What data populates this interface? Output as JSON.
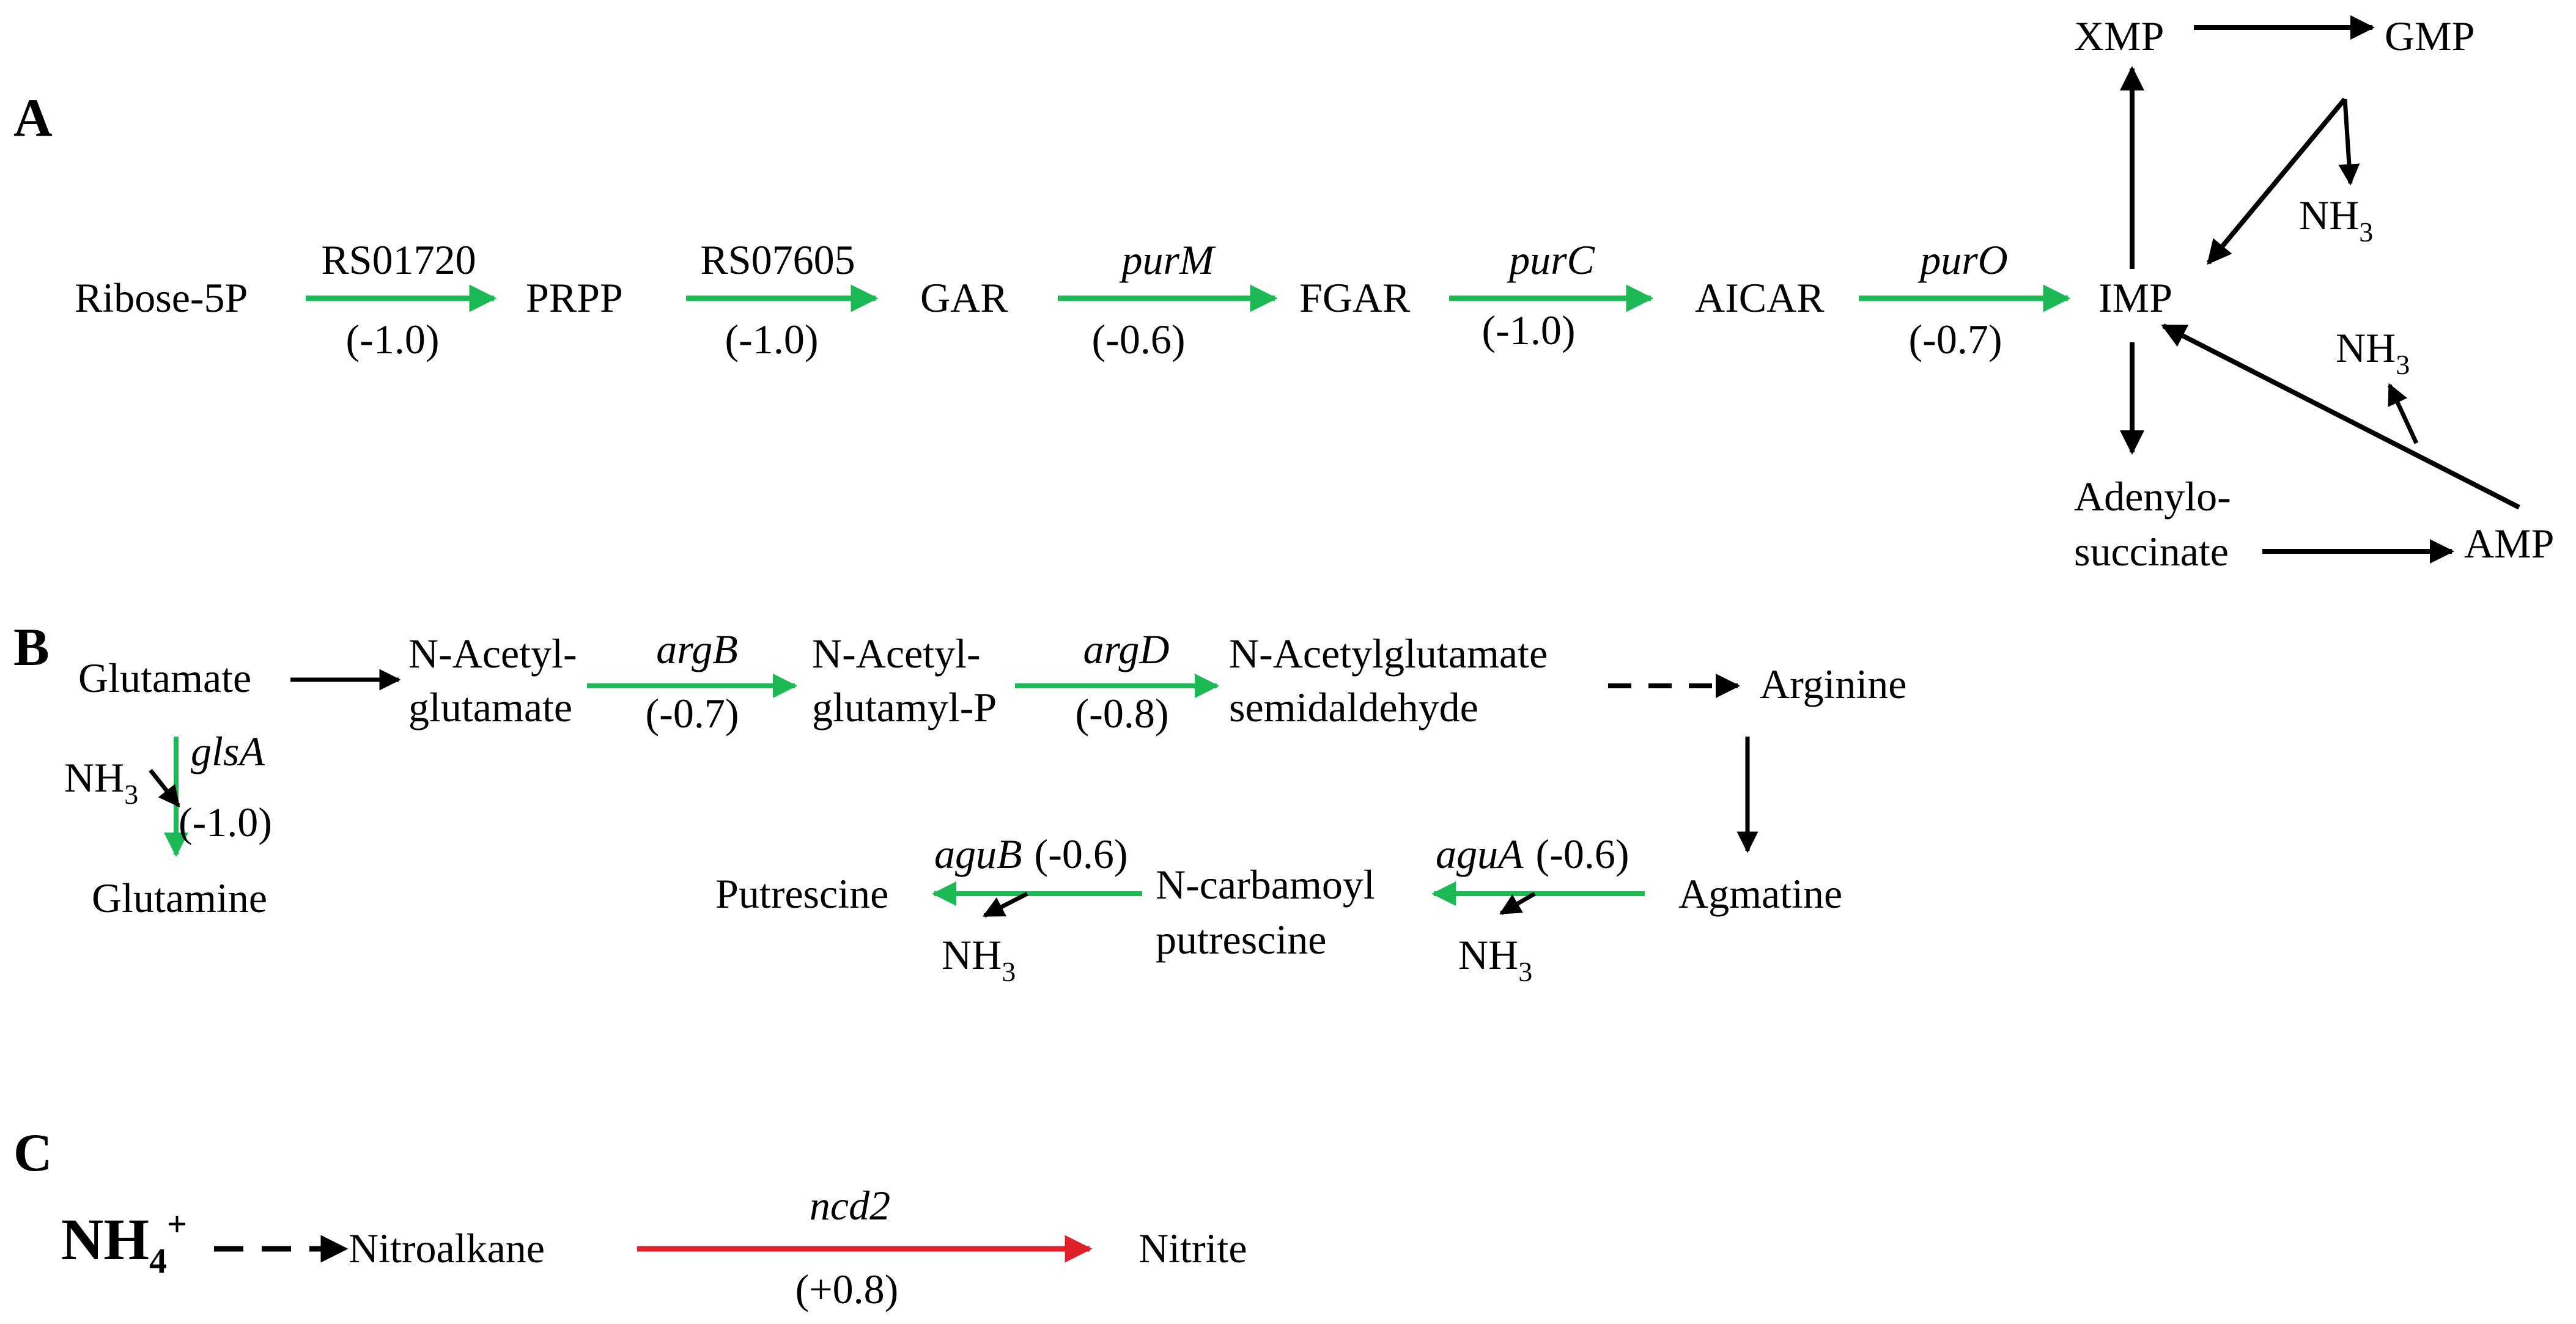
{
  "panels": {
    "a": "A",
    "b": "B",
    "c": "C"
  },
  "colors": {
    "decreased": "#1db954",
    "increased": "#e0202a",
    "neutral": "#000000"
  },
  "a": {
    "ribose5p": "Ribose-5P",
    "prpp": "PRPP",
    "gar": "GAR",
    "fgar": "FGAR",
    "aicar": "AICAR",
    "imp": "IMP",
    "xmp": "XMP",
    "gmp": "GMP",
    "amp": "AMP",
    "adenylo1": "Adenylo-",
    "adenylo2": "succinate",
    "nh3": "NH",
    "nh3_sub": "3",
    "gene1": "RS01720",
    "val1": "(-1.0)",
    "gene2": "RS07605",
    "val2": "(-1.0)",
    "gene3": "purM",
    "val3": "(-0.6)",
    "gene4": "purC",
    "val4": "(-1.0)",
    "gene5": "purO",
    "val5": "(-0.7)"
  },
  "b": {
    "glutamate": "Glutamate",
    "nacetylglutamate1": "N-Acetyl-",
    "nacetylglutamate2": "glutamate",
    "nacetylglutamylp1": "N-Acetyl-",
    "nacetylglutamylp2": "glutamyl-P",
    "semialdehyde1": "N-Acetylglutamate",
    "semialdehyde2": "semidaldehyde",
    "arginine": "Arginine",
    "agmatine": "Agmatine",
    "ncarbamoyl1": "N-carbamoyl",
    "ncarbamoyl2": "putrescine",
    "putrescine": "Putrescine",
    "glutamine": "Glutamine",
    "nh3": "NH",
    "nh3_sub": "3",
    "argB": "argB",
    "argB_val": "(-0.7)",
    "argD": "argD",
    "argD_val": "(-0.8)",
    "glsA": "glsA",
    "glsA_val": "(-1.0)",
    "aguA": "aguA",
    "aguA_val": "(-0.6)",
    "aguB": "aguB",
    "aguB_val": "(-0.6)"
  },
  "c": {
    "nh4": "NH",
    "nh4_sub": "4",
    "nh4_sup": "+",
    "nitroalkane": "Nitroalkane",
    "nitrite": "Nitrite",
    "ncd2": "ncd2",
    "ncd2_val": "(+0.8)"
  }
}
